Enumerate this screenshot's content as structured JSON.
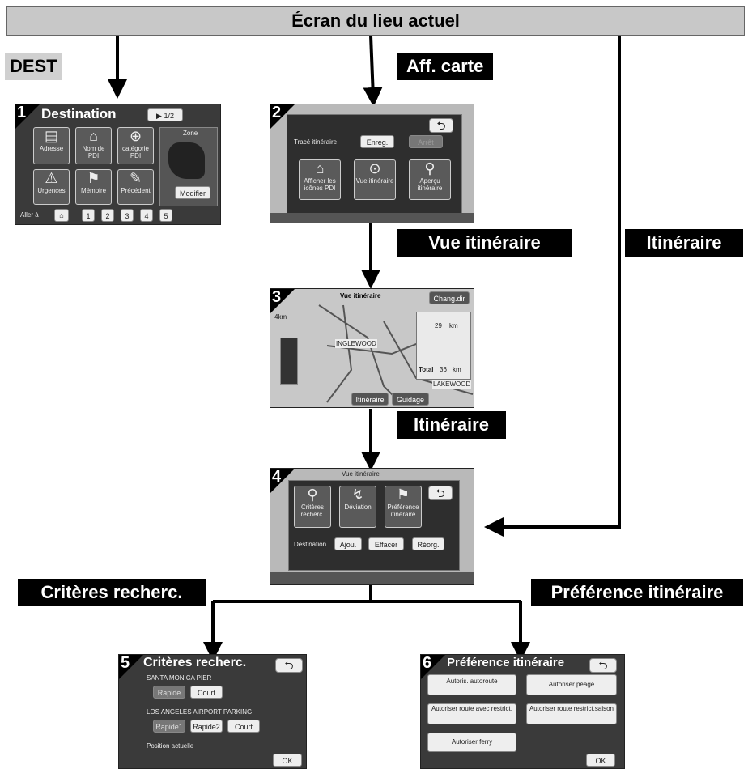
{
  "title": "Écran du lieu actuel",
  "labels": {
    "dest": "DEST",
    "aff_carte": "Aff. carte",
    "vue_itineraire": "Vue itinéraire",
    "itineraire_right": "Itinéraire",
    "itineraire_mid": "Itinéraire",
    "criteres": "Critères recherc.",
    "preference": "Préférence itinéraire"
  },
  "screens": {
    "s1": {
      "num": "1",
      "title": "Destination",
      "page": "▶ 1/2",
      "buttons": [
        "Adresse",
        "Nom de PDI",
        "catégorie PDI",
        "Urgences",
        "Mémoire",
        "Précédent"
      ],
      "zone": "Zone",
      "modifier": "Modifier",
      "allera": "Aller à",
      "home": "⌂",
      "presets": [
        "1",
        "2",
        "3",
        "4",
        "5"
      ]
    },
    "s2": {
      "num": "2",
      "trace": "Tracé itinéraire",
      "enreg": "Enreg.",
      "arret": "Arrêt",
      "buttons": [
        "Afficher les icônes PDI",
        "Vue itinéraire",
        "Aperçu itinéraire"
      ],
      "back": "⮌"
    },
    "s3": {
      "num": "3",
      "title": "Vue itinéraire",
      "changdir": "Chang.dir",
      "total": "Total",
      "dist1": "29",
      "dist2": "36",
      "unit": "km",
      "itin_btn": "Itinéraire",
      "guidage_btn": "Guidage",
      "place1": "INGLEWOOD",
      "place2": "LAKEWOOD",
      "scale": "4km"
    },
    "s4": {
      "num": "4",
      "title": "Vue itinéraire",
      "buttons": [
        "Critères recherc.",
        "Déviation",
        "Préférence itinéraire"
      ],
      "dest": "Destination",
      "ajou": "Ajou.",
      "effacer": "Effacer",
      "reorg": "Réorg.",
      "back": "⮌"
    },
    "s5": {
      "num": "5",
      "title": "Critères recherc.",
      "place1": "SANTA MONICA PIER",
      "place2": "LOS ANGELES AIRPORT PARKING",
      "rapide": "Rapide",
      "court": "Court",
      "rapide1": "Rapide1",
      "rapide2": "Rapide2",
      "position": "Position actuelle",
      "ok": "OK",
      "back": "⮌"
    },
    "s6": {
      "num": "6",
      "title": "Préférence itinéraire",
      "buttons": [
        "Autoris. autoroute",
        "Autoriser péage",
        "Autoriser route avec restrict.",
        "Autoriser route restrict.saison",
        "Autoriser ferry"
      ],
      "ok": "OK",
      "back": "⮌"
    }
  },
  "colors": {
    "label_bg": "#000000",
    "label_fg": "#ffffff",
    "title_bg": "#c8c8c8",
    "dest_bg": "#d0d0d0"
  }
}
